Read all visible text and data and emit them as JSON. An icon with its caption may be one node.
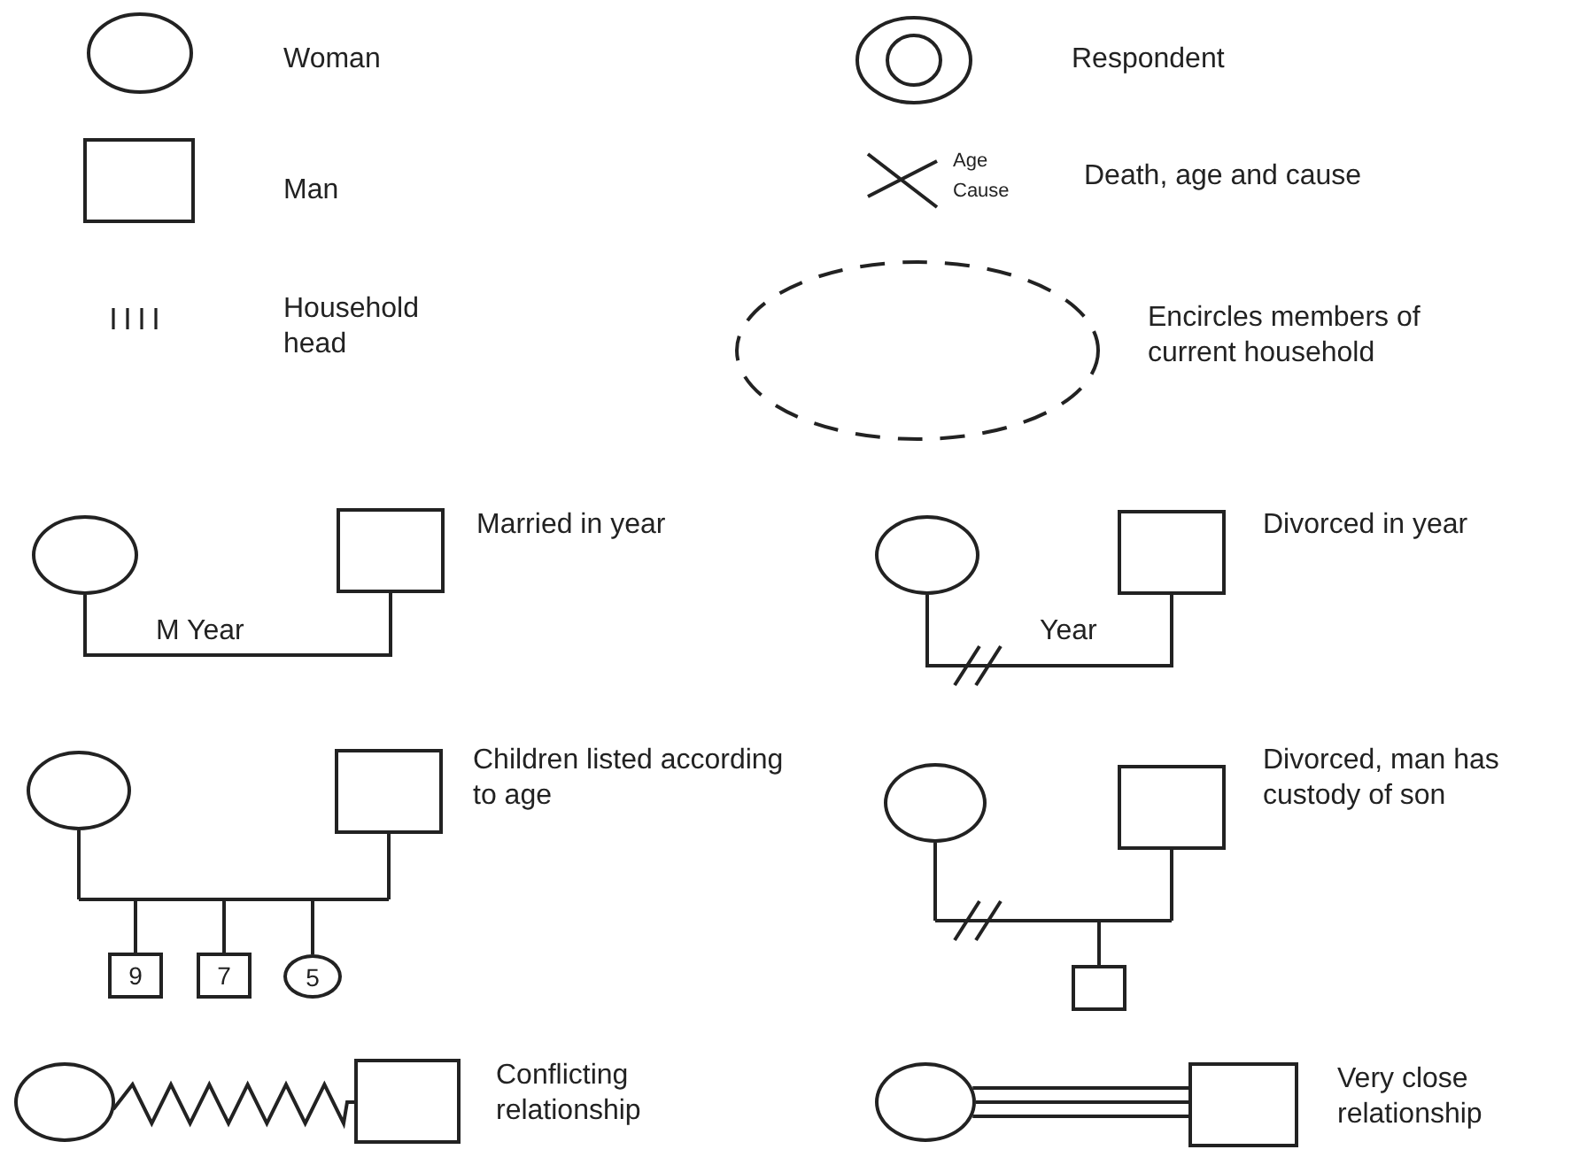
{
  "diagram": {
    "nodes": [
      {
        "text": [],
        "shape": "circle"
      },
      {
        "text": [],
        "shape": "box"
      },
      {
        "text": [],
        "shape": "circle"
      },
      {
        "text": [],
        "shape": "box"
      },
      {
        "text": [],
        "shape": "circle"
      },
      {
        "text": [],
        "shape": "box"
      },
      {
        "text": [
          "9"
        ]
      },
      {
        "text": [
          "7"
        ]
      },
      {
        "text": [
          "5"
        ]
      },
      {
        "text": [],
        "shape": "circle"
      },
      {
        "text": [],
        "shape": "box"
      },
      {
        "text": [],
        "shape": "box"
      },
      {
        "text": [],
        "shape": "circle"
      },
      {
        "text": [],
        "shape": "box"
      },
      {
        "text": [],
        "shape": "circle"
      },
      {
        "text": [],
        "shape": "box"
      }
    ],
    "edges": [
      {
        "from": 0,
        "to": 1,
        "arrow": "none",
        "label": "M Year"
      },
      {
        "from": 2,
        "to": 3,
        "arrow": "none",
        "label": "Year"
      },
      {
        "from": 4,
        "to": 6,
        "arrow": "none"
      },
      {
        "from": 4,
        "to": 7,
        "arrow": "none"
      },
      {
        "from": 4,
        "to": 8,
        "arrow": "none"
      },
      {
        "from": 5,
        "to": 6,
        "arrow": "none"
      },
      {
        "from": 5,
        "to": 7,
        "arrow": "none"
      },
      {
        "from": 5,
        "to": 8,
        "arrow": "none"
      },
      {
        "from": 9,
        "to": 11,
        "arrow": "none"
      },
      {
        "from": 10,
        "to": 11,
        "arrow": "none"
      },
      {
        "from": 12,
        "to": 13,
        "arrow": "none"
      },
      {
        "from": 14,
        "to": 15,
        "arrow": "none"
      }
    ],
    "labels": [
      "Age",
      "Cause",
      "Married in year",
      "Divorced in year",
      "Children listed according to age",
      "Divorced, man has custody of son",
      "Conflicting relationship",
      "Very close relationship"
    ],
    "legend": [
      {
        "text": "Woman"
      },
      {
        "text": "Respondent"
      },
      {
        "text": "Man"
      },
      {
        "text": "Death, age and cause"
      },
      {
        "text": "Household head"
      },
      {
        "text": "Encircles members of current household"
      }
    ]
  }
}
